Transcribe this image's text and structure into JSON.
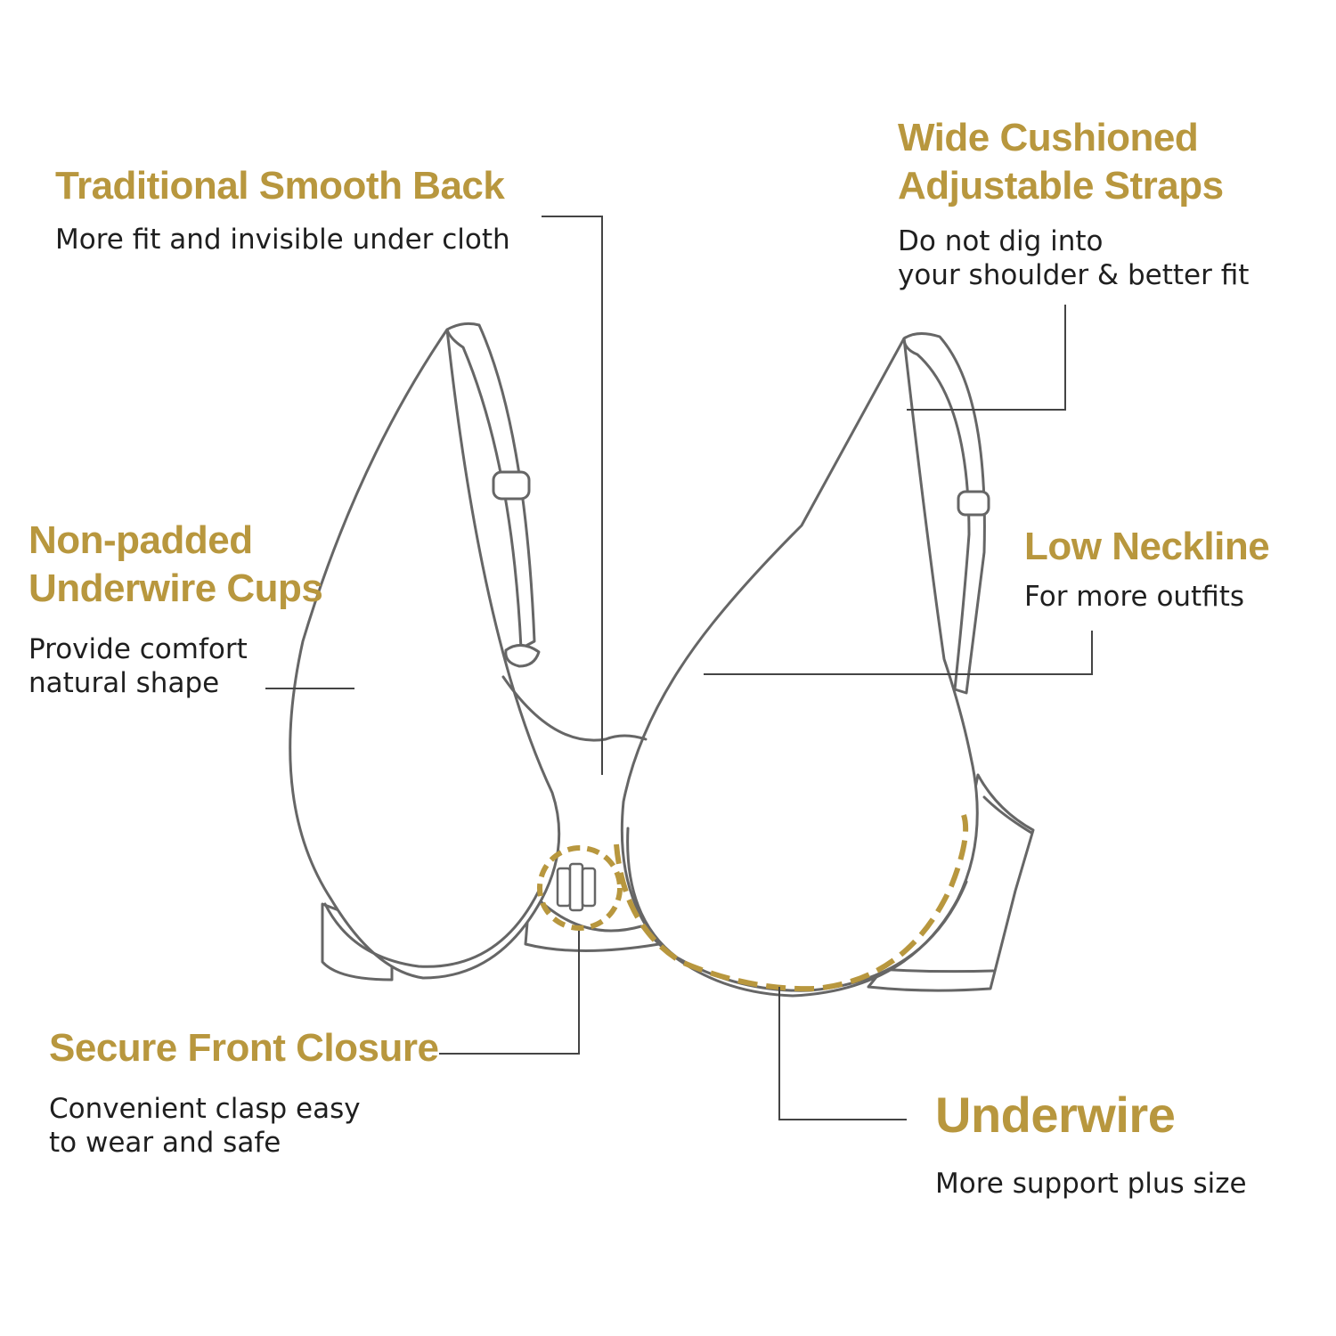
{
  "colors": {
    "accent": "#b8973e",
    "outline": "#666666",
    "leader": "#444444",
    "text": "#1f1f1f",
    "background": "#ffffff"
  },
  "features": {
    "smooth_back": {
      "title": "Traditional  Smooth Back",
      "description": "More fit and invisible under cloth"
    },
    "straps": {
      "title": "Wide Cushioned\nAdjustable Straps",
      "description": "Do not dig into\nyour shoulder & better fit"
    },
    "cups": {
      "title": "Non-padded\nUnderwire Cups",
      "description": "Provide comfort\nnatural shape"
    },
    "neckline": {
      "title": "Low Neckline",
      "description": "For more outfits"
    },
    "closure": {
      "title": "Secure Front Closure",
      "description": "Convenient clasp easy\nto wear and safe"
    },
    "underwire": {
      "title": "Underwire",
      "description": "More support plus size"
    }
  }
}
